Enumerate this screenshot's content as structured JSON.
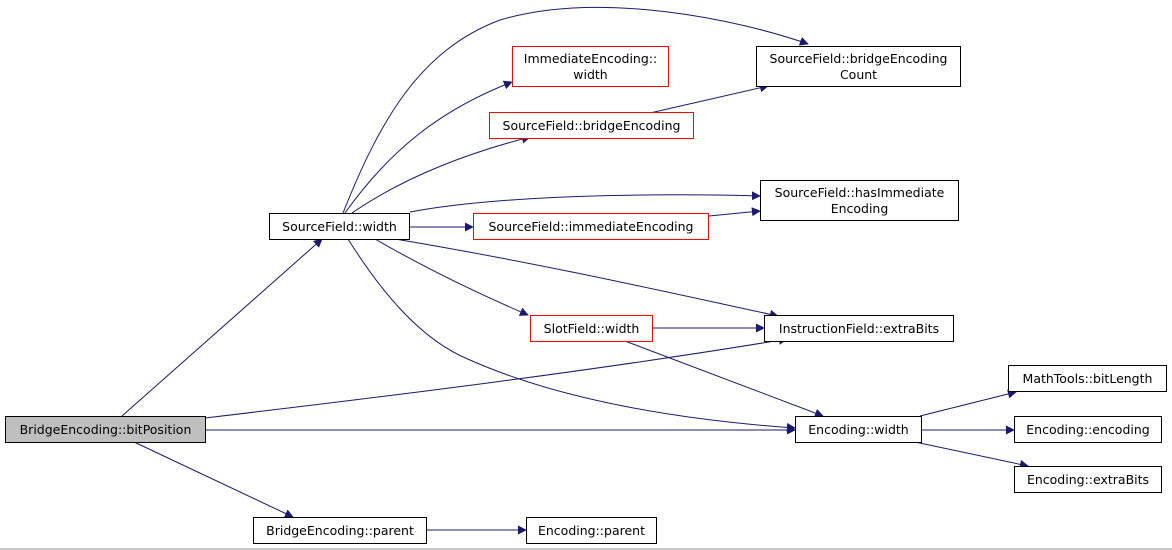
{
  "colors": {
    "edge": "#191970",
    "node_border": "#000000",
    "node_border_truncated": "#ff0000",
    "root_fill": "#bfbfbf"
  },
  "nodes": {
    "bridge_bitposition": {
      "lines": [
        "BridgeEncoding::bitPosition"
      ]
    },
    "sf_width": {
      "lines": [
        "SourceField::width"
      ]
    },
    "be_parent": {
      "lines": [
        "BridgeEncoding::parent"
      ]
    },
    "enc_parent": {
      "lines": [
        "Encoding::parent"
      ]
    },
    "imm_width": {
      "lines": [
        "ImmediateEncoding::",
        "width"
      ]
    },
    "sf_bridge": {
      "lines": [
        "SourceField::bridgeEncoding"
      ]
    },
    "sf_bridgecount": {
      "lines": [
        "SourceField::bridgeEncoding",
        "Count"
      ]
    },
    "sf_immenc": {
      "lines": [
        "SourceField::immediateEncoding"
      ]
    },
    "sf_hasimm": {
      "lines": [
        "SourceField::hasImmediate",
        "Encoding"
      ]
    },
    "slot_width": {
      "lines": [
        "SlotField::width"
      ]
    },
    "instr_extrabits": {
      "lines": [
        "InstructionField::extraBits"
      ]
    },
    "enc_width": {
      "lines": [
        "Encoding::width"
      ]
    },
    "mt_bitlength": {
      "lines": [
        "MathTools::bitLength"
      ]
    },
    "enc_encoding": {
      "lines": [
        "Encoding::encoding"
      ]
    },
    "enc_extrabits": {
      "lines": [
        "Encoding::extraBits"
      ]
    }
  }
}
